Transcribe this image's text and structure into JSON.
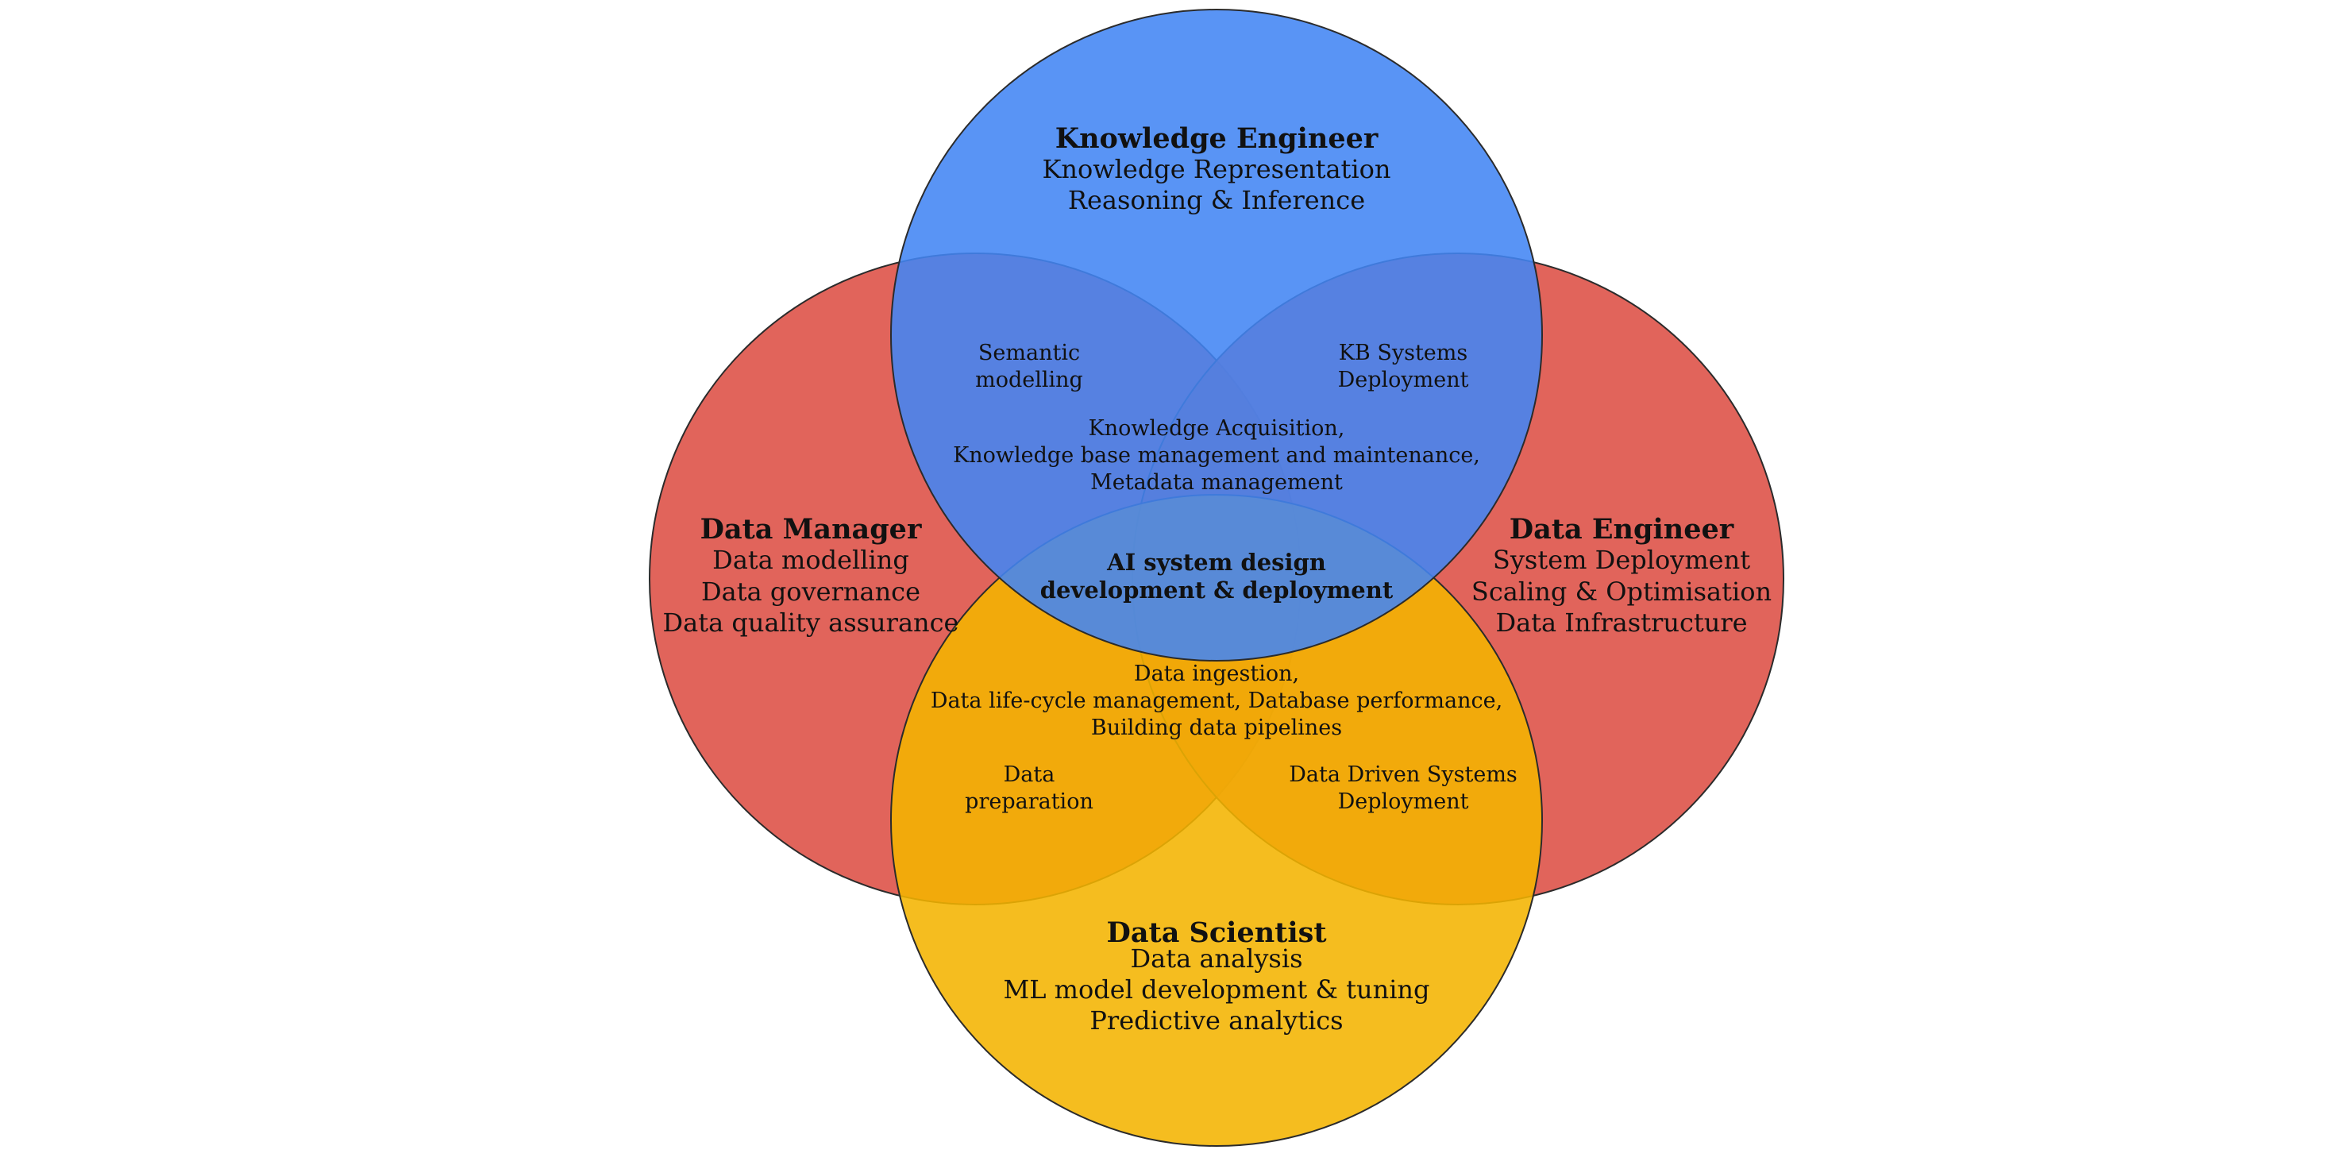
{
  "colors": {
    "data_manager_fill": "#DD4E44",
    "data_engineer_fill": "#DD4E44",
    "knowledge_engineer_fill": "#4285F4",
    "data_scientist_fill": "#F4B400",
    "outline": "#2b2b2b",
    "text": "#111111"
  },
  "roles": {
    "knowledge_engineer": {
      "title": "Knowledge Engineer",
      "lines": [
        "Knowledge Representation",
        "Reasoning & Inference"
      ]
    },
    "data_manager": {
      "title": "Data Manager",
      "lines": [
        "Data modelling",
        "Data governance",
        "Data quality assurance"
      ]
    },
    "data_engineer": {
      "title": "Data Engineer",
      "lines": [
        "System Deployment",
        "Scaling & Optimisation",
        "Data Infrastructure"
      ]
    },
    "data_scientist": {
      "title": "Data Scientist",
      "lines": [
        "Data analysis",
        "ML model development & tuning",
        "Predictive analytics"
      ]
    }
  },
  "overlaps": {
    "semantic_modelling": [
      "Semantic",
      "modelling"
    ],
    "kb_systems_deployment": [
      "KB Systems",
      "Deployment"
    ],
    "knowledge_acquisition": [
      "Knowledge Acquisition,",
      "Knowledge base management and maintenance,",
      "Metadata management"
    ],
    "core": [
      "AI system design",
      "development & deployment"
    ],
    "data_ingestion": [
      "Data ingestion,",
      "Data life-cycle management, Database performance,",
      "Building data pipelines"
    ],
    "data_preparation": [
      "Data",
      "preparation"
    ],
    "data_driven_deployment": [
      "Data Driven Systems",
      "Deployment"
    ]
  }
}
